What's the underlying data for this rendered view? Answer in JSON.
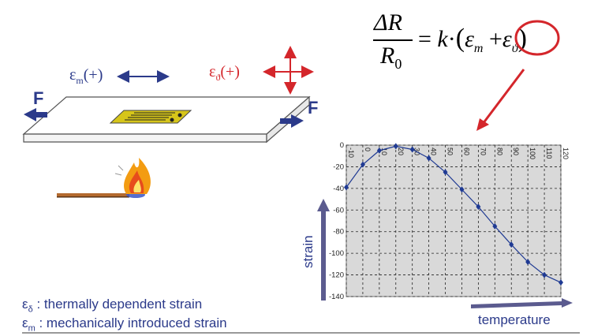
{
  "labels": {
    "eps_m_symbol": "ε",
    "eps_m_sub": "m",
    "eps_m_sign": "(+)",
    "eps_t_symbol": "ε",
    "eps_t_sub": "ϑ",
    "eps_t_sign": "(+)",
    "force_left": "F",
    "force_right": "F"
  },
  "formula": {
    "numerator": "ΔR",
    "denominator_main": "R",
    "denominator_sub": "0",
    "rhs_equals": "=",
    "rhs_k": "k",
    "rhs_dot": "·",
    "rhs_open": "(",
    "rhs_eps_m": "ε",
    "rhs_eps_m_sub": "m",
    "rhs_plus": "+",
    "rhs_eps_t": "ε",
    "rhs_eps_t_sub": "ϑ",
    "rhs_close": ")"
  },
  "legend": {
    "line1_symbol": "ε",
    "line1_sub": "δ",
    "line1_text": " : thermally dependent strain",
    "line2_symbol": "ε",
    "line2_sub": "m",
    "line2_text": " : mechanically introduced strain"
  },
  "colors": {
    "blue_text": "#2b3a8a",
    "red": "#d4262b",
    "plot_bg": "#d9d9d9",
    "series": "#1f3a93",
    "gauge": "#d6c51a"
  },
  "chart_data": {
    "type": "line",
    "title": "",
    "xlabel": "temperature",
    "ylabel": "strain",
    "x_ticks": [
      "-10",
      "0",
      "10",
      "20",
      "30",
      "40",
      "50",
      "60",
      "70",
      "80",
      "90",
      "100",
      "110",
      "120"
    ],
    "y_ticks": [
      "0",
      "-20",
      "-40",
      "-60",
      "-80",
      "-100",
      "-120",
      "-140"
    ],
    "ylim": [
      -140,
      0
    ],
    "grid": true,
    "series": [
      {
        "x": [
          -10,
          0,
          10,
          20,
          30,
          40,
          50,
          60,
          70,
          80,
          90,
          100,
          110,
          120
        ],
        "values": [
          -39,
          -18,
          -5,
          -1,
          -4,
          -12,
          -25,
          -41,
          -57,
          -75,
          -92,
          -108,
          -120,
          -127
        ]
      }
    ]
  }
}
